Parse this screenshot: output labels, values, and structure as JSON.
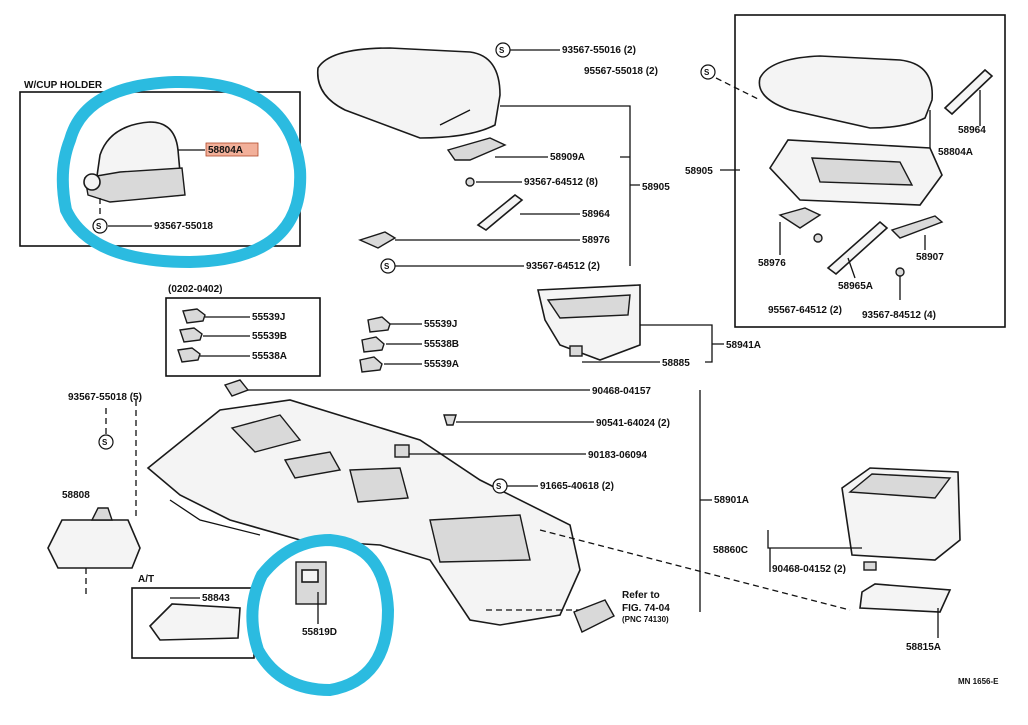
{
  "header": {
    "cup_holder_title": "W/CUP HOLDER",
    "date_range": "(0202-0402)",
    "at_label": "A/T",
    "diagram_code": "MN 1656-E"
  },
  "refer": {
    "line1": "Refer to",
    "line2": "FIG. 74-04",
    "line3": "(PNC 74130)"
  },
  "symbol": {
    "s": "S"
  },
  "accent": {
    "highlight_circle": "#2bbbe0"
  },
  "labels": {
    "p58804A_cup": "58804A",
    "p93567_55018_cup": "93567-55018",
    "p55539J_a": "55539J",
    "p55539B_a": "55539B",
    "p55538A_a": "55538A",
    "p55539J_b": "55539J",
    "p55538B_b": "55538B",
    "p55539A_b": "55539A",
    "p93567_55016_2": "93567-55016 (2)",
    "p58909A": "58909A",
    "p93567_64512_bolt": "93567-64512 (8)",
    "p58905": "58905",
    "p58964_mid": "58964",
    "p58976_mid": "58976",
    "p93567_64512_2": "93567-64512 (2)",
    "p95567_55018_right": "95567-55018 (2)",
    "p58964_right": "58964",
    "p58804A_right": "58804A",
    "p58905_right": "58905",
    "p58976_right": "58976",
    "p58965A": "58965A",
    "p58907": "58907",
    "p95567_64512_2": "95567-64512 (2)",
    "p93567_84512_4": "93567-84512 (4)",
    "p58941A": "58941A",
    "p58885": "58885",
    "p90468_04157": "90468-04157",
    "p93567_55018_5": "93567-55018 (5)",
    "p90541_64024": "90541-64024 (2)",
    "p90183_06094": "90183-06094",
    "p91665_40618": "91665-40618 (2)",
    "p58901A": "58901A",
    "p58808": "58808",
    "p58843": "58843",
    "p55819D": "55819D",
    "p58860C": "58860C",
    "p90468_04152": "90468-04152 (2)",
    "p58815A": "58815A"
  }
}
